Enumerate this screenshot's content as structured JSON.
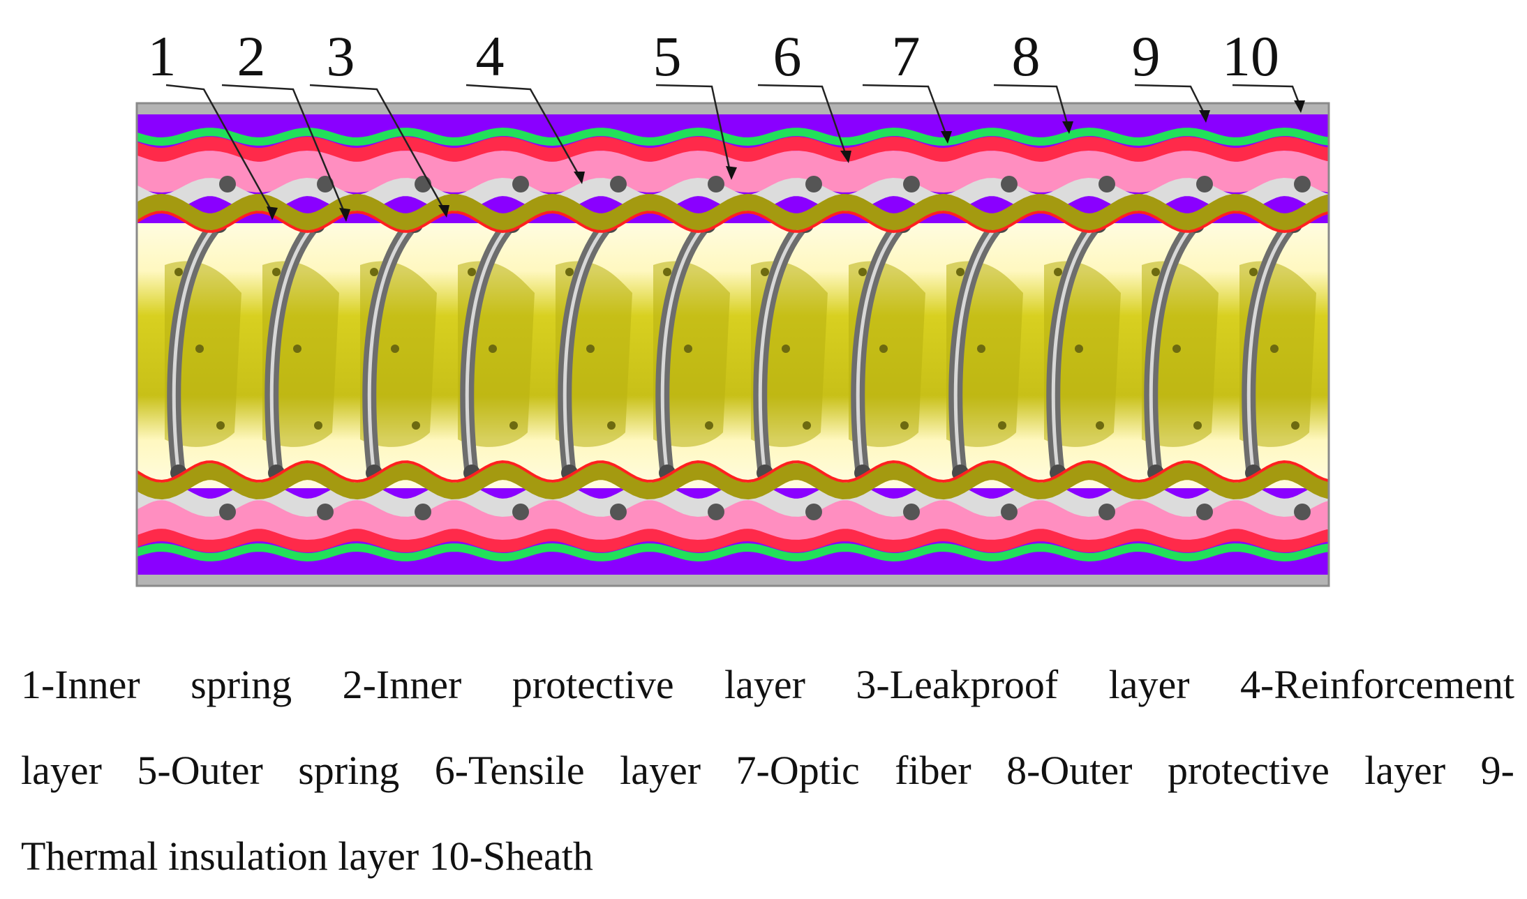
{
  "diagram": {
    "callouts": [
      {
        "number": "1",
        "label": "Inner spring"
      },
      {
        "number": "2",
        "label": "Inner protective layer"
      },
      {
        "number": "3",
        "label": "Leakproof layer"
      },
      {
        "number": "4",
        "label": "Reinforcement layer"
      },
      {
        "number": "5",
        "label": "Outer spring"
      },
      {
        "number": "6",
        "label": "Tensile layer"
      },
      {
        "number": "7",
        "label": "Optic fiber"
      },
      {
        "number": "8",
        "label": "Outer protective layer"
      },
      {
        "number": "9",
        "label": "Thermal insulation layer"
      },
      {
        "number": "10",
        "label": "Sheath"
      }
    ],
    "layer_colors": {
      "sheath": "#b4b4b4",
      "thermal_insulation": "#8a00ff",
      "outer_protective": "#22e05a",
      "optic_fiber": "#ff2a4a",
      "tensile": "#ff8ec0",
      "reinforcement": "#dcdcdc",
      "outer_spring": "#555555",
      "leakproof": "#a49a10",
      "inner_protective": "#ff2020",
      "inner_spring": "#6d6d6d",
      "core": "#d8d020",
      "core_light": "#fffce0"
    }
  },
  "caption": {
    "lines": [
      "1-Inner spring 2-Inner protective layer 3-Leakproof layer 4-Reinforcement",
      "layer 5-Outer spring 6-Tensile layer 7-Optic fiber 8-Outer protective layer 9-",
      "Thermal insulation layer 10-Sheath"
    ]
  }
}
